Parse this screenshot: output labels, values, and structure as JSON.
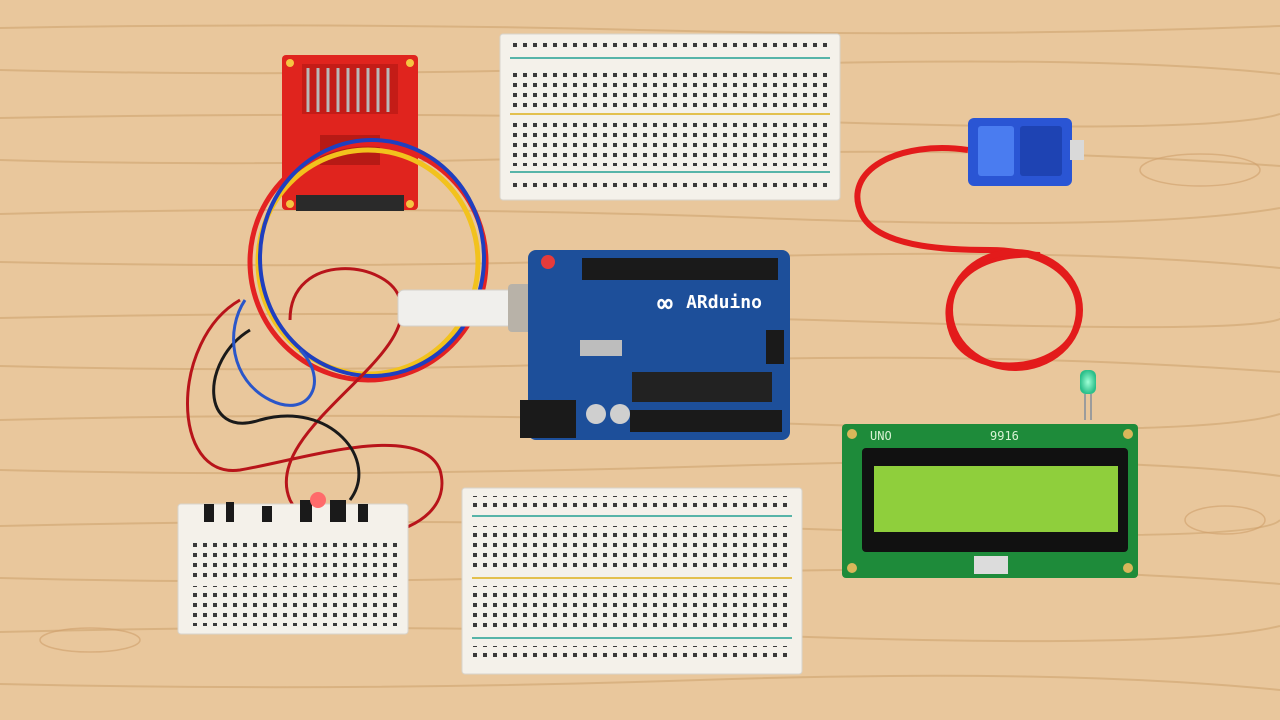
{
  "scene": {
    "description_labels": {
      "arduino_logo": "∞",
      "arduino_text": "ARduino",
      "lcd_header": "UNO",
      "lcd_code": "9916"
    },
    "objects": [
      {
        "name": "wood-table-surface",
        "kind": "background"
      },
      {
        "name": "red-sensor-module",
        "kind": "component"
      },
      {
        "name": "breadboard-top",
        "kind": "component"
      },
      {
        "name": "blue-relay-module",
        "kind": "component"
      },
      {
        "name": "arduino-uno-board",
        "kind": "component"
      },
      {
        "name": "usb-cable",
        "kind": "component"
      },
      {
        "name": "lcd-display-module",
        "kind": "component"
      },
      {
        "name": "breadboard-bottom-center",
        "kind": "component"
      },
      {
        "name": "breadboard-bottom-left",
        "kind": "component"
      },
      {
        "name": "jumper-wire-bundle",
        "kind": "component"
      },
      {
        "name": "green-led",
        "kind": "component"
      }
    ],
    "colors": {
      "wood": "#e9c79c",
      "wood_grain": "#d8ae7c",
      "arduino_blue": "#1d4f9a",
      "relay_blue": "#2a55d4",
      "lcd_pcb": "#1e8b3a",
      "lcd_screen": "#8fcf3c",
      "sensor_red": "#e0241e",
      "breadboard": "#f4f1ea"
    }
  }
}
